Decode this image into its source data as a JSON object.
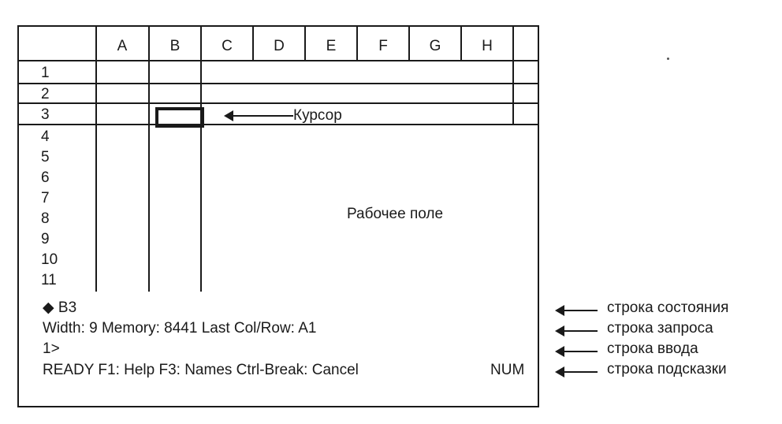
{
  "columns": [
    "A",
    "B",
    "C",
    "D",
    "E",
    "F",
    "G",
    "H"
  ],
  "rows": [
    "1",
    "2",
    "3",
    "4",
    "5",
    "6",
    "7",
    "8",
    "9",
    "10",
    "11"
  ],
  "cursor_label": "Курсор",
  "workspace_label": "Рабочее поле",
  "status": {
    "cell": "◆ B3",
    "query": "Width:  9  Memory: 8441  Last Col/Row: A1",
    "input": "1>",
    "hint": "READY F1: Help F3: Names  Ctrl-Break: Cancel",
    "num": "NUM"
  },
  "side_labels": {
    "state_line": "строка состояния",
    "query_line": "строка запроса",
    "input_line": "строка ввода",
    "hint_line": "строка подсказки"
  }
}
